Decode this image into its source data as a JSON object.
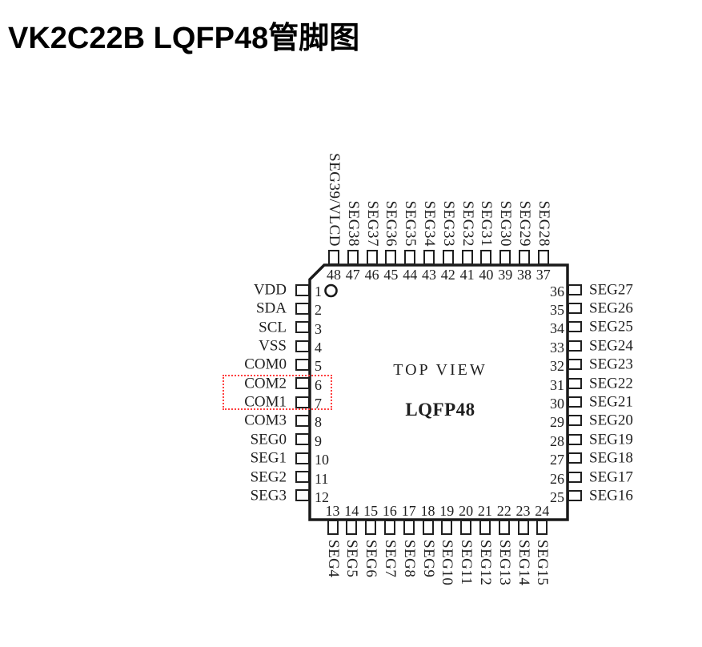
{
  "title": "VK2C22B LQFP48管脚图",
  "chip": {
    "view_label": "TOP VIEW",
    "package_label": "LQFP48"
  },
  "pins": {
    "left": [
      {
        "num": "1",
        "name": "VDD"
      },
      {
        "num": "2",
        "name": "SDA"
      },
      {
        "num": "3",
        "name": "SCL"
      },
      {
        "num": "4",
        "name": "VSS"
      },
      {
        "num": "5",
        "name": "COM0"
      },
      {
        "num": "6",
        "name": "COM2"
      },
      {
        "num": "7",
        "name": "COM1"
      },
      {
        "num": "8",
        "name": "COM3"
      },
      {
        "num": "9",
        "name": "SEG0"
      },
      {
        "num": "10",
        "name": "SEG1"
      },
      {
        "num": "11",
        "name": "SEG2"
      },
      {
        "num": "12",
        "name": "SEG3"
      }
    ],
    "top": [
      {
        "num": "48",
        "name": "SEG39/VLCD"
      },
      {
        "num": "47",
        "name": "SEG38"
      },
      {
        "num": "46",
        "name": "SEG37"
      },
      {
        "num": "45",
        "name": "SEG36"
      },
      {
        "num": "44",
        "name": "SEG35"
      },
      {
        "num": "43",
        "name": "SEG34"
      },
      {
        "num": "42",
        "name": "SEG33"
      },
      {
        "num": "41",
        "name": "SEG32"
      },
      {
        "num": "40",
        "name": "SEG31"
      },
      {
        "num": "39",
        "name": "SEG30"
      },
      {
        "num": "38",
        "name": "SEG29"
      },
      {
        "num": "37",
        "name": "SEG28"
      }
    ],
    "right": [
      {
        "num": "36",
        "name": "SEG27"
      },
      {
        "num": "35",
        "name": "SEG26"
      },
      {
        "num": "34",
        "name": "SEG25"
      },
      {
        "num": "33",
        "name": "SEG24"
      },
      {
        "num": "32",
        "name": "SEG23"
      },
      {
        "num": "31",
        "name": "SEG22"
      },
      {
        "num": "30",
        "name": "SEG21"
      },
      {
        "num": "29",
        "name": "SEG20"
      },
      {
        "num": "28",
        "name": "SEG19"
      },
      {
        "num": "27",
        "name": "SEG18"
      },
      {
        "num": "26",
        "name": "SEG17"
      },
      {
        "num": "25",
        "name": "SEG16"
      }
    ],
    "bottom": [
      {
        "num": "13",
        "name": "SEG4"
      },
      {
        "num": "14",
        "name": "SEG5"
      },
      {
        "num": "15",
        "name": "SEG6"
      },
      {
        "num": "16",
        "name": "SEG7"
      },
      {
        "num": "17",
        "name": "SEG8"
      },
      {
        "num": "18",
        "name": "SEG9"
      },
      {
        "num": "19",
        "name": "SEG10"
      },
      {
        "num": "20",
        "name": "SEG11"
      },
      {
        "num": "21",
        "name": "SEG12"
      },
      {
        "num": "22",
        "name": "SEG13"
      },
      {
        "num": "23",
        "name": "SEG14"
      },
      {
        "num": "24",
        "name": "SEG15"
      }
    ]
  },
  "highlight": {
    "labels": [
      "COM2",
      "COM1"
    ],
    "pin_numbers": [
      "6",
      "7"
    ],
    "color": "#ff4040"
  }
}
